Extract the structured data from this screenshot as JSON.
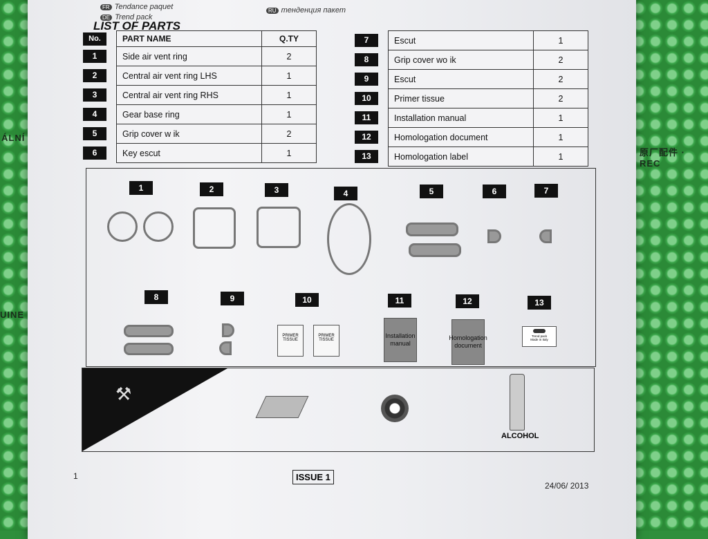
{
  "header": {
    "languages": [
      {
        "code": "FR",
        "text": "Tendance paquet"
      },
      {
        "code": "DE",
        "text": "Trend pack"
      },
      {
        "code": "RU",
        "text": "тенденция пакет"
      }
    ],
    "title": "LIST OF PARTS",
    "col_no": "No.",
    "col_part": "PART NAME",
    "col_qty": "Q.TY"
  },
  "parts_left": [
    {
      "no": "1",
      "name": "Side air vent ring",
      "qty": "2"
    },
    {
      "no": "2",
      "name": "Central air vent ring LHS",
      "qty": "1"
    },
    {
      "no": "3",
      "name": "Central air vent ring RHS",
      "qty": "1"
    },
    {
      "no": "4",
      "name": "Gear base ring",
      "qty": "1"
    },
    {
      "no": "5",
      "name": "Grip cover w ik",
      "qty": "2"
    },
    {
      "no": "6",
      "name": "Key escut",
      "qty": "1"
    }
  ],
  "parts_right": [
    {
      "no": "7",
      "name": "Escut",
      "qty": "1"
    },
    {
      "no": "8",
      "name": "Grip cover wo ik",
      "qty": "2"
    },
    {
      "no": "9",
      "name": "Escut",
      "qty": "2"
    },
    {
      "no": "10",
      "name": "Primer tissue",
      "qty": "2"
    },
    {
      "no": "11",
      "name": "Installation manual",
      "qty": "1"
    },
    {
      "no": "12",
      "name": "Homologation document",
      "qty": "1"
    },
    {
      "no": "13",
      "name": "Homologation label",
      "qty": "1"
    }
  ],
  "figures": {
    "n1": "1",
    "n2": "2",
    "n3": "3",
    "n4": "4",
    "n5": "5",
    "n6": "6",
    "n7": "7",
    "n8": "8",
    "n9": "9",
    "n10": "10",
    "n11": "11",
    "n12": "12",
    "n13": "13",
    "primer": "PRIMER TISSUE",
    "manual": "Installation manual",
    "homologation": "Homologation document",
    "label_line1": "Trend pack",
    "label_line2": "Made in Italy"
  },
  "tools": {
    "alcohol": "ALCOHOL"
  },
  "footer": {
    "page": "1",
    "issue": "ISSUE 1",
    "date": "24/06/ 2013"
  },
  "plastic": {
    "left1": "ÁLNÍ DÍ",
    "left2": "UINE PARTS",
    "right1": "原厂配件 · REC"
  }
}
